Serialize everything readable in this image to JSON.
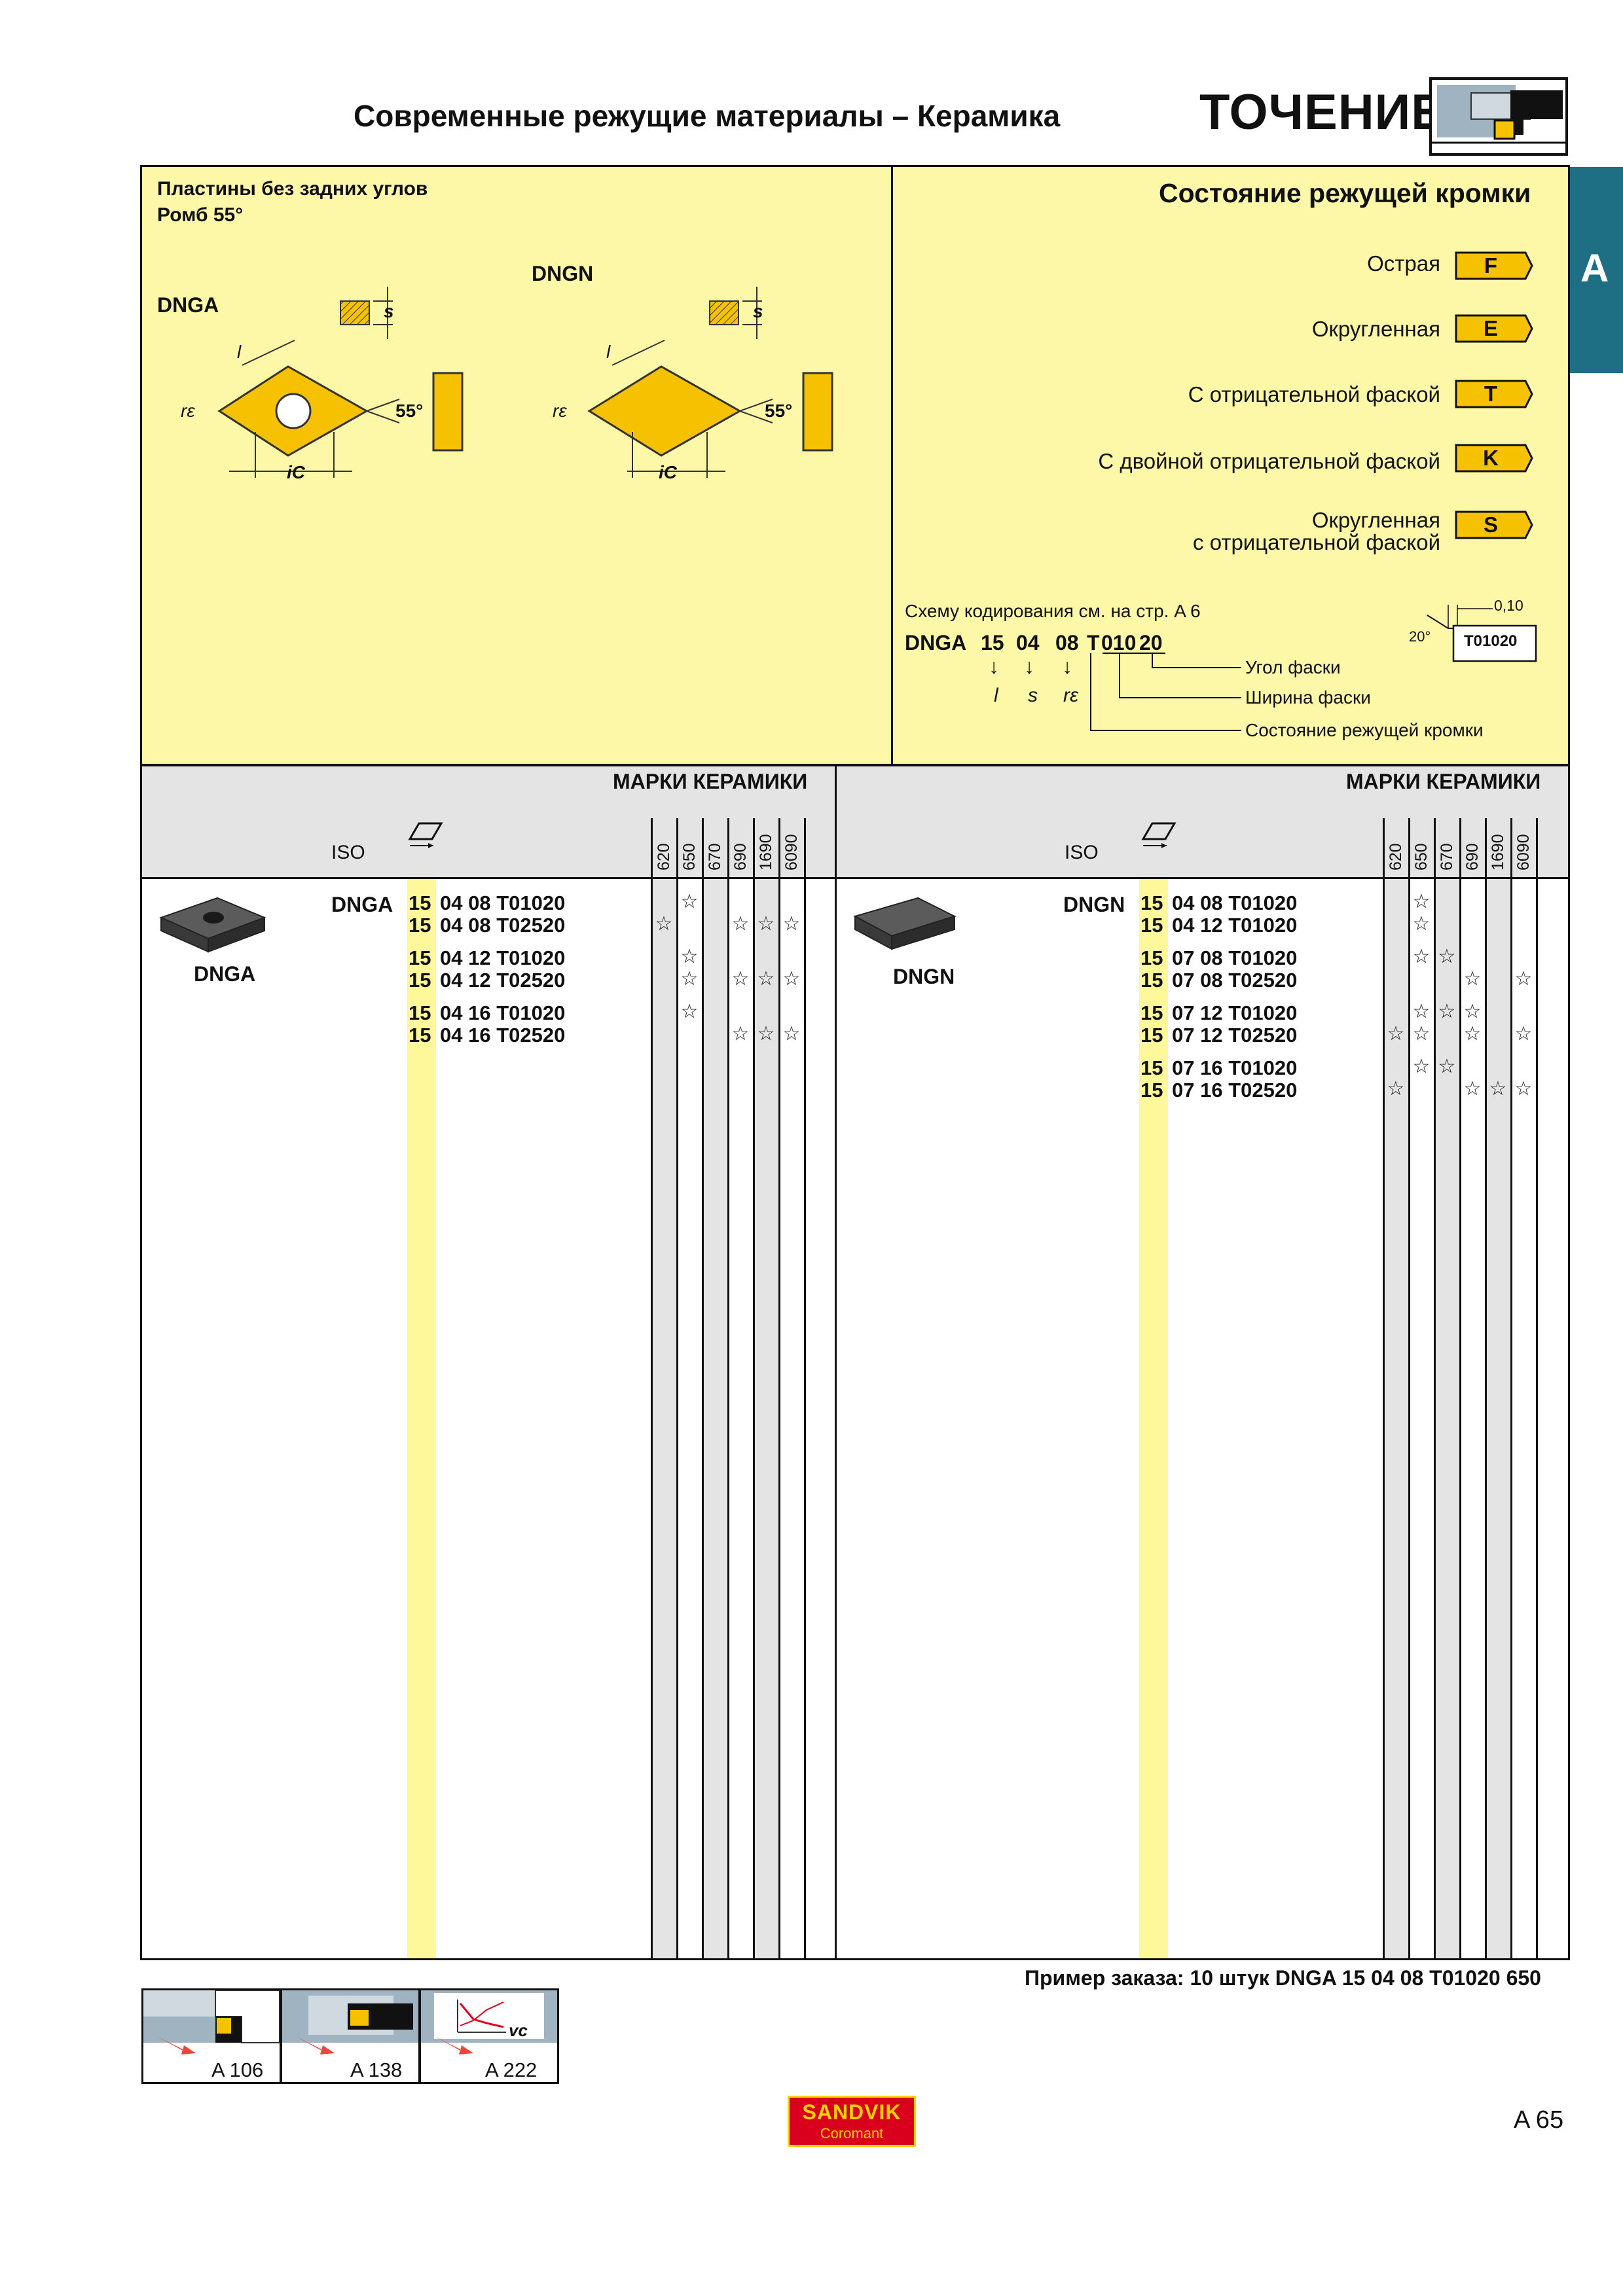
{
  "header": {
    "subtitle": "Современные режущие материалы – Керамика",
    "title": "ТОЧЕНИЕ",
    "section_tab": "A"
  },
  "insert_panel": {
    "heading_line1": "Пластины без задних углов",
    "heading_line2": "Ромб 55°",
    "insert1": {
      "name": "DNGA",
      "angle": "55°",
      "dim_l": "l",
      "dim_s": "s",
      "dim_ic": "iC",
      "dim_r": "rε"
    },
    "insert2": {
      "name": "DNGN",
      "angle": "55°",
      "dim_l": "l",
      "dim_s": "s",
      "dim_ic": "iC",
      "dim_r": "rε"
    }
  },
  "edge_panel": {
    "heading": "Состояние режущей кромки",
    "conditions": [
      {
        "label": "Острая",
        "code": "F"
      },
      {
        "label": "Округленная",
        "code": "E"
      },
      {
        "label": "С отрицательной фаской",
        "code": "T"
      },
      {
        "label": "С двойной отрицательной фаской",
        "code": "K"
      },
      {
        "label_line1": "Округленная",
        "label_line2": "с отрицательной фаской",
        "code": "S"
      }
    ],
    "coding_note": "Схему кодирования см. на стр. A 6",
    "coding_example": {
      "p1": "DNGA",
      "p2": "15",
      "p3": "04",
      "p4": "08",
      "p5": "T",
      "p6": "010",
      "p7": "20",
      "sym_l": "l",
      "sym_s": "s",
      "sym_r": "rε",
      "arrow": "↓",
      "legend_angle": "Угол фаски",
      "legend_width": "Ширина фаски",
      "legend_cond": "Состояние режущей кромки"
    },
    "chamfer_detail": {
      "width": "0,10",
      "angle": "20°",
      "code": "T01020"
    }
  },
  "table": {
    "grades_heading": "МАРКИ КЕРАМИКИ",
    "iso_label": "ISO",
    "grades": [
      "620",
      "650",
      "670",
      "690",
      "1690",
      "6090"
    ],
    "left": {
      "family": "DNGA",
      "image_label": "DNGA",
      "rows": [
        {
          "size": "15",
          "code": "04 08 T01020",
          "marks": [
            "",
            "☆",
            "",
            "",
            "",
            ""
          ]
        },
        {
          "size": "15",
          "code": "04 08 T02520",
          "marks": [
            "☆",
            "",
            "",
            "☆",
            "☆",
            "☆"
          ]
        },
        {
          "size": "15",
          "code": "04 12 T01020",
          "marks": [
            "",
            "☆",
            "",
            "",
            "",
            ""
          ]
        },
        {
          "size": "15",
          "code": "04 12 T02520",
          "marks": [
            "",
            "☆",
            "",
            "☆",
            "☆",
            "☆"
          ]
        },
        {
          "size": "15",
          "code": "04 16 T01020",
          "marks": [
            "",
            "☆",
            "",
            "",
            "",
            ""
          ]
        },
        {
          "size": "15",
          "code": "04 16 T02520",
          "marks": [
            "",
            "",
            "",
            "☆",
            "☆",
            "☆"
          ]
        }
      ]
    },
    "right": {
      "family": "DNGN",
      "image_label": "DNGN",
      "rows": [
        {
          "size": "15",
          "code": "04 08 T01020",
          "marks": [
            "",
            "☆",
            "",
            "",
            "",
            ""
          ]
        },
        {
          "size": "15",
          "code": "04 12 T01020",
          "marks": [
            "",
            "☆",
            "",
            "",
            "",
            ""
          ]
        },
        {
          "size": "15",
          "code": "07 08 T01020",
          "marks": [
            "",
            "☆",
            "☆",
            "",
            "",
            ""
          ]
        },
        {
          "size": "15",
          "code": "07 08 T02520",
          "marks": [
            "",
            "",
            "",
            "☆",
            "",
            "☆"
          ]
        },
        {
          "size": "15",
          "code": "07 12 T01020",
          "marks": [
            "",
            "☆",
            "☆",
            "☆",
            "",
            ""
          ]
        },
        {
          "size": "15",
          "code": "07 12 T02520",
          "marks": [
            "☆",
            "☆",
            "",
            "☆",
            "",
            "☆"
          ]
        },
        {
          "size": "15",
          "code": "07 16 T01020",
          "marks": [
            "",
            "☆",
            "☆",
            "",
            "",
            ""
          ]
        },
        {
          "size": "15",
          "code": "07 16 T02520",
          "marks": [
            "☆",
            "",
            "",
            "☆",
            "☆",
            "☆"
          ]
        }
      ]
    }
  },
  "order_example": "Пример заказа: 10 штук DNGA 15 04 08 T01020 650",
  "nav": [
    {
      "label": "A 106"
    },
    {
      "label": "A 138"
    },
    {
      "label": "A 222",
      "icon_text": "vc"
    }
  ],
  "logo": {
    "line1": "SANDVIK",
    "line2": "Coromant"
  },
  "page_number": "A 65",
  "colors": {
    "insert_yellow": "#f6c200",
    "panel_yellow": "#fdf7a8",
    "column_yellow": "#fef89a",
    "grey": "#e4e4e4",
    "tab_teal": "#1f6f84",
    "logo_red": "#d8001d",
    "logo_yellow": "#ffd100"
  }
}
